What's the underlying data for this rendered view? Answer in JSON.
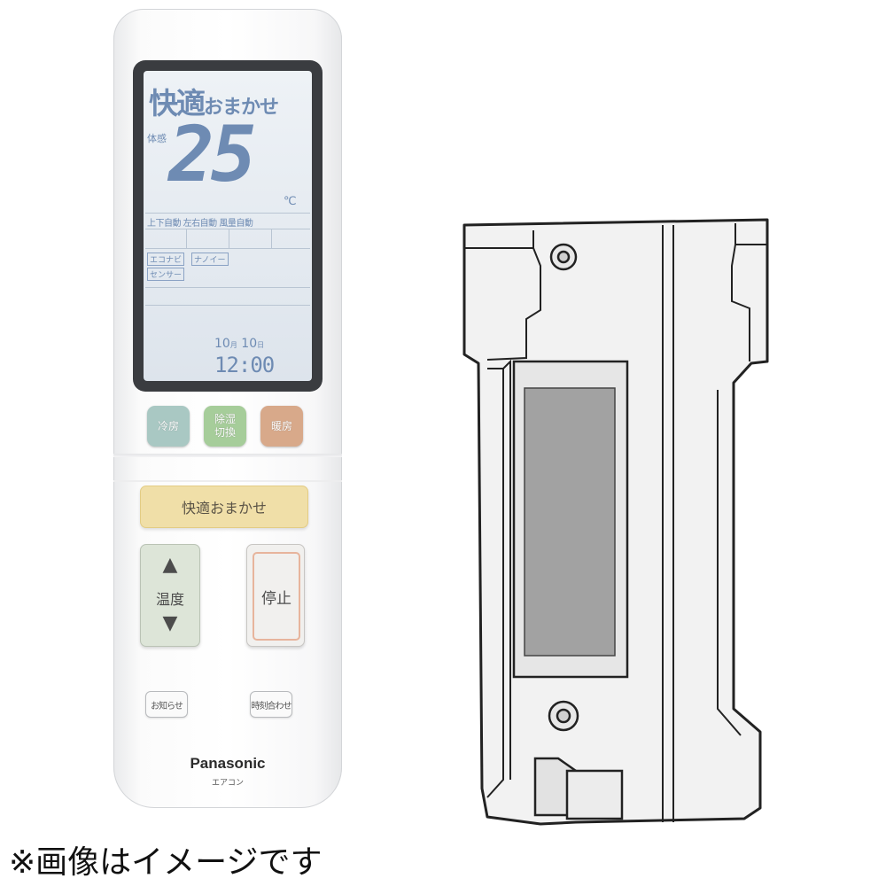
{
  "remote": {
    "lcd": {
      "mode": "快適おまかせ",
      "mode_main": "快適",
      "mode_small": "おまかせ",
      "label": "体感",
      "temperature": "25",
      "unit": "℃",
      "row_airflow": "上下自動 左右自動 風量自動",
      "tag_ecorap": "エコナビ",
      "tag_nanoe": "ナノイー",
      "tag_sensor": "センサー",
      "date_month": "10",
      "date_month_unit": "月",
      "date_day": "10",
      "date_day_unit": "日",
      "time": "12:00"
    },
    "buttons": {
      "cool": "冷房",
      "dry_line1": "除湿",
      "dry_line2": "切換",
      "heat": "暖房",
      "auto": "快適おまかせ",
      "temp_label": "温度",
      "stop": "停止",
      "notice": "お知らせ",
      "timer": "時刻合わせ"
    },
    "brand": "Panasonic",
    "brand_sub": "エアコン"
  },
  "colors": {
    "lcd_text": "#6e8bb3",
    "cool_button": "#a9c8c3",
    "dry_button": "#a6cd9a",
    "heat_button": "#d8a98a",
    "auto_button": "#f0dfa8",
    "temp_button": "#dde5d8",
    "stop_ring": "#e7b49c"
  },
  "caption": "※画像はイメージです"
}
